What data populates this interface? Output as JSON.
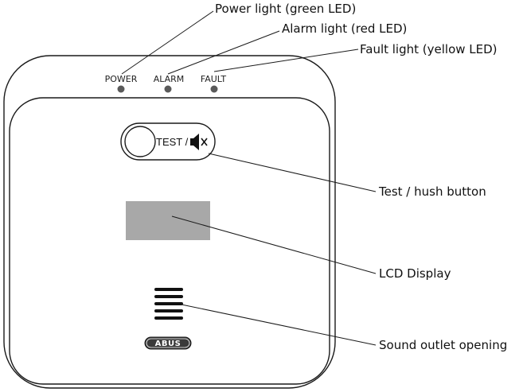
{
  "callouts": {
    "power_light": "Power light (green LED)",
    "alarm_light": "Alarm light (red LED)",
    "fault_light": "Fault light (yellow LED)",
    "test_hush": "Test / hush button",
    "lcd": "LCD Display",
    "sound_outlet": "Sound outlet opening"
  },
  "device": {
    "led_labels": {
      "power": "POWER",
      "alarm": "ALARM",
      "fault": "FAULT"
    },
    "button_label": "TEST /",
    "button_icon": "speaker-mute-icon",
    "logo": "ABUS"
  },
  "colors": {
    "outline": "#1a1a1a",
    "led": "#5a5a5a",
    "lcd": "#a8a8a8",
    "logo": "#3a3a3a"
  }
}
